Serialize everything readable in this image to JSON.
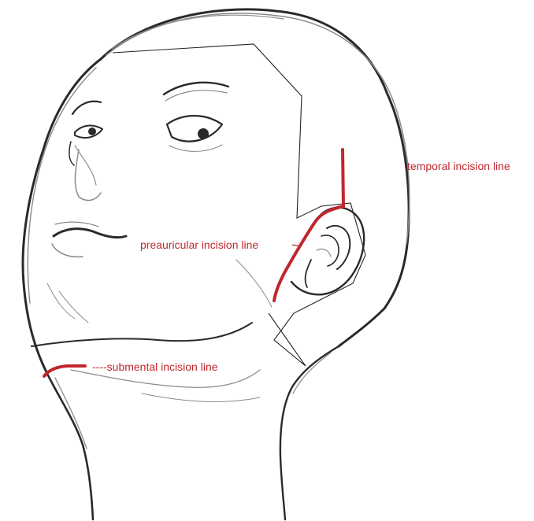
{
  "labels": {
    "temporal": "temporal incision line",
    "preauricular": "preauricular incision line",
    "submental": "submental incision line",
    "submental_prefix": "----"
  },
  "colors": {
    "incision": "#c0272d",
    "label": "#c0272d",
    "sketch": "#2a2a2a",
    "outline": "#222222"
  }
}
